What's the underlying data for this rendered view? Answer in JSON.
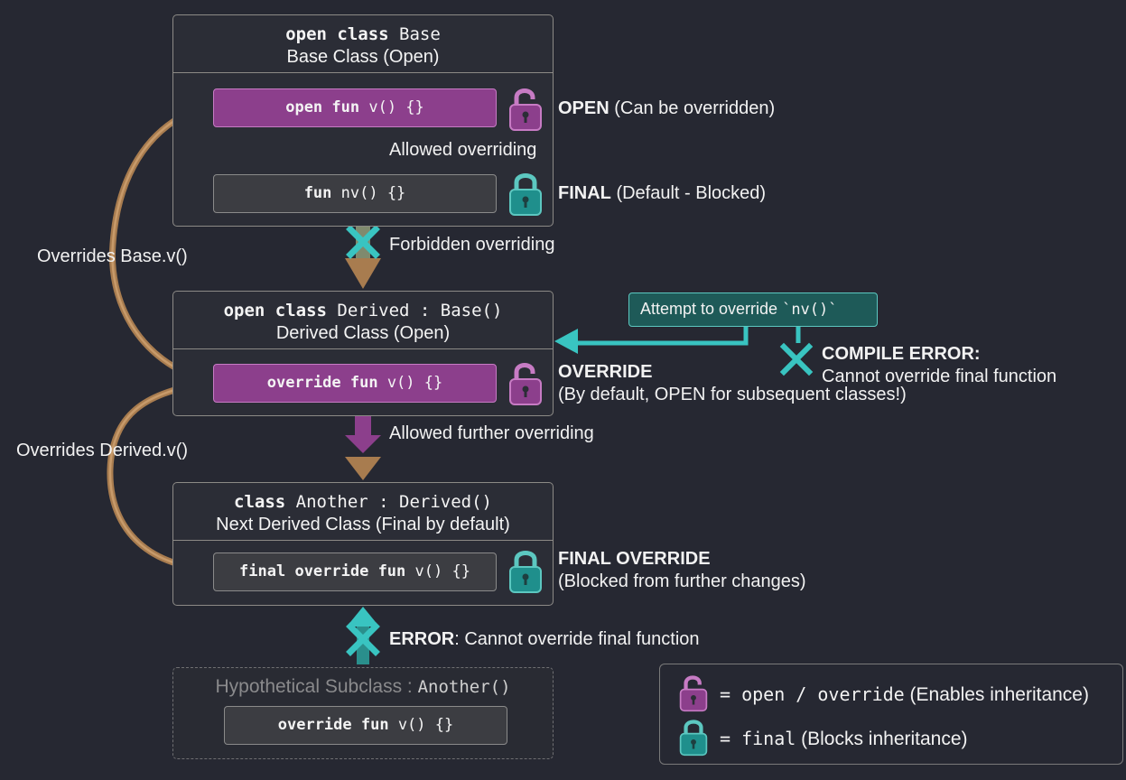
{
  "colors": {
    "background": "#262832",
    "open_purple": "#8c3f8c",
    "final_teal": "#2aa9a7",
    "arrow_tan": "#a87c4f",
    "error_teal": "#39c4c1"
  },
  "base": {
    "sig_keyword": "open class",
    "sig_rest": " Base",
    "title": "Base Class (Open)",
    "fn_open_kw": "open fun",
    "fn_open_rest": " v() {}",
    "fn_final_kw": "fun",
    "fn_final_rest": " nv() {}",
    "open_label_bold": "OPEN",
    "open_label_rest": " (Can be overridden)",
    "final_label_bold": "FINAL",
    "final_label_rest": " (Default - Blocked)",
    "open_lock_icon": "open-padlock-icon",
    "final_lock_icon": "closed-padlock-icon"
  },
  "arrows": {
    "allowed_overriding": "Allowed overriding",
    "forbidden_overriding": "Forbidden overriding",
    "allowed_further": "Allowed further overriding",
    "error_bold": "ERROR",
    "error_rest": ": Cannot override final function"
  },
  "side_labels": {
    "overrides_base": "Overrides Base.v()",
    "overrides_derived": "Overrides Derived.v()"
  },
  "derived": {
    "sig_keyword": "open class",
    "sig_rest": " Derived : Base()",
    "title": "Derived Class (Open)",
    "fn_kw": "override fun",
    "fn_rest": " v() {}",
    "label_bold": "OVERRIDE",
    "label_sub": "(By default, OPEN for subsequent classes!)"
  },
  "callout": {
    "text": "Attempt to override ",
    "code": "`nv()`",
    "error_bold": "COMPILE ERROR:",
    "error_sub": "Cannot override final function"
  },
  "another": {
    "sig_keyword": "class",
    "sig_rest": " Another : Derived()",
    "title": "Next Derived Class (Final by default)",
    "fn_kw": "final override fun",
    "fn_rest": " v() {}",
    "label_bold": "FINAL OVERRIDE",
    "label_sub": "(Blocked from further changes)"
  },
  "hypothetical": {
    "title": "Hypothetical Subclass : ",
    "title_code": "Another()",
    "fn_kw": "override fun",
    "fn_rest": " v() {}"
  },
  "legend": {
    "open_code": "= open / override",
    "open_text": " (Enables inheritance)",
    "final_code": "= final",
    "final_text": " (Blocks inheritance)"
  }
}
